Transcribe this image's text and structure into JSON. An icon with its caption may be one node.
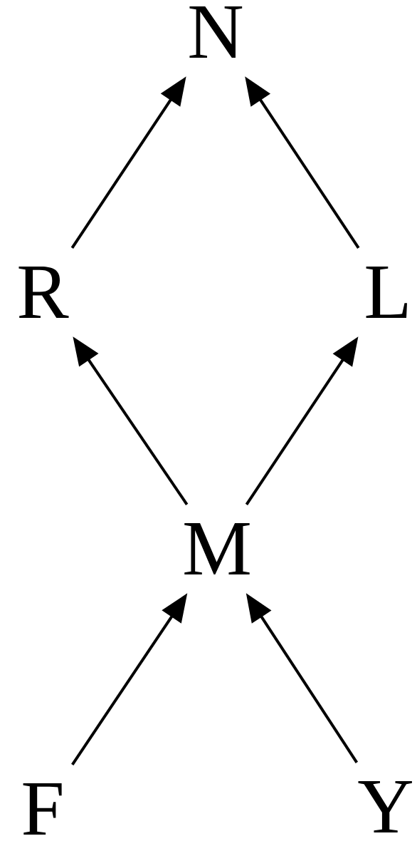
{
  "diagram": {
    "nodes": [
      {
        "text": [
          "N"
        ]
      },
      {
        "text": [
          "R"
        ]
      },
      {
        "text": [
          "L"
        ]
      },
      {
        "text": [
          "M"
        ]
      },
      {
        "text": [
          "F"
        ]
      },
      {
        "text": [
          "Y"
        ]
      }
    ],
    "edges": [
      {
        "from": 1,
        "to": 0,
        "arrow": "to"
      },
      {
        "from": 2,
        "to": 0,
        "arrow": "to"
      },
      {
        "from": 3,
        "to": 1,
        "arrow": "to"
      },
      {
        "from": 3,
        "to": 2,
        "arrow": "to"
      },
      {
        "from": 4,
        "to": 3,
        "arrow": "to"
      },
      {
        "from": 5,
        "to": 3,
        "arrow": "to"
      }
    ]
  }
}
